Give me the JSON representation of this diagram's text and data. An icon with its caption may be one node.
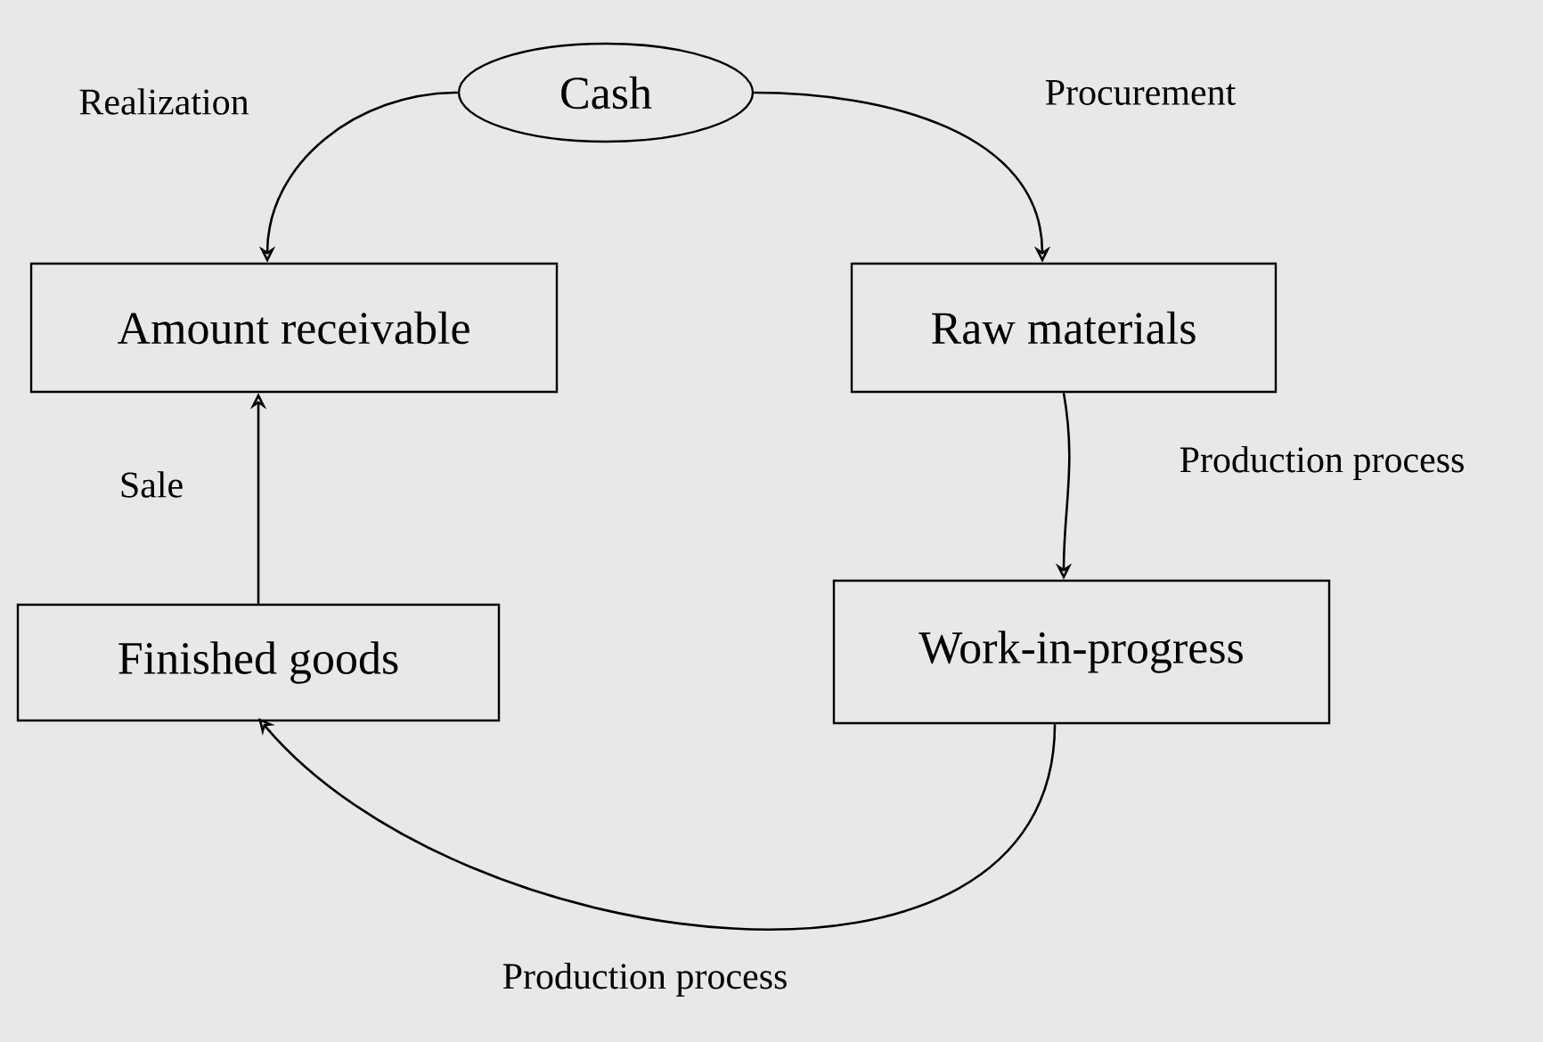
{
  "diagram": {
    "nodes": [
      {
        "text": [
          "Cash"
        ]
      },
      {
        "text": [
          "Amount receivable"
        ]
      },
      {
        "text": [
          "Raw materials"
        ]
      },
      {
        "text": [
          "Finished goods"
        ]
      },
      {
        "text": [
          "Work-in-progress"
        ]
      }
    ],
    "edges": [
      {
        "from": 0,
        "to": 1,
        "arrow": "to",
        "label": "Realization"
      },
      {
        "from": 0,
        "to": 2,
        "arrow": "to",
        "label": "Procurement"
      },
      {
        "from": 2,
        "to": 4,
        "arrow": "to",
        "label": "Production process"
      },
      {
        "from": 4,
        "to": 3,
        "arrow": "to",
        "label": "Production process"
      },
      {
        "from": 3,
        "to": 1,
        "arrow": "to",
        "label": "Sale"
      }
    ]
  }
}
